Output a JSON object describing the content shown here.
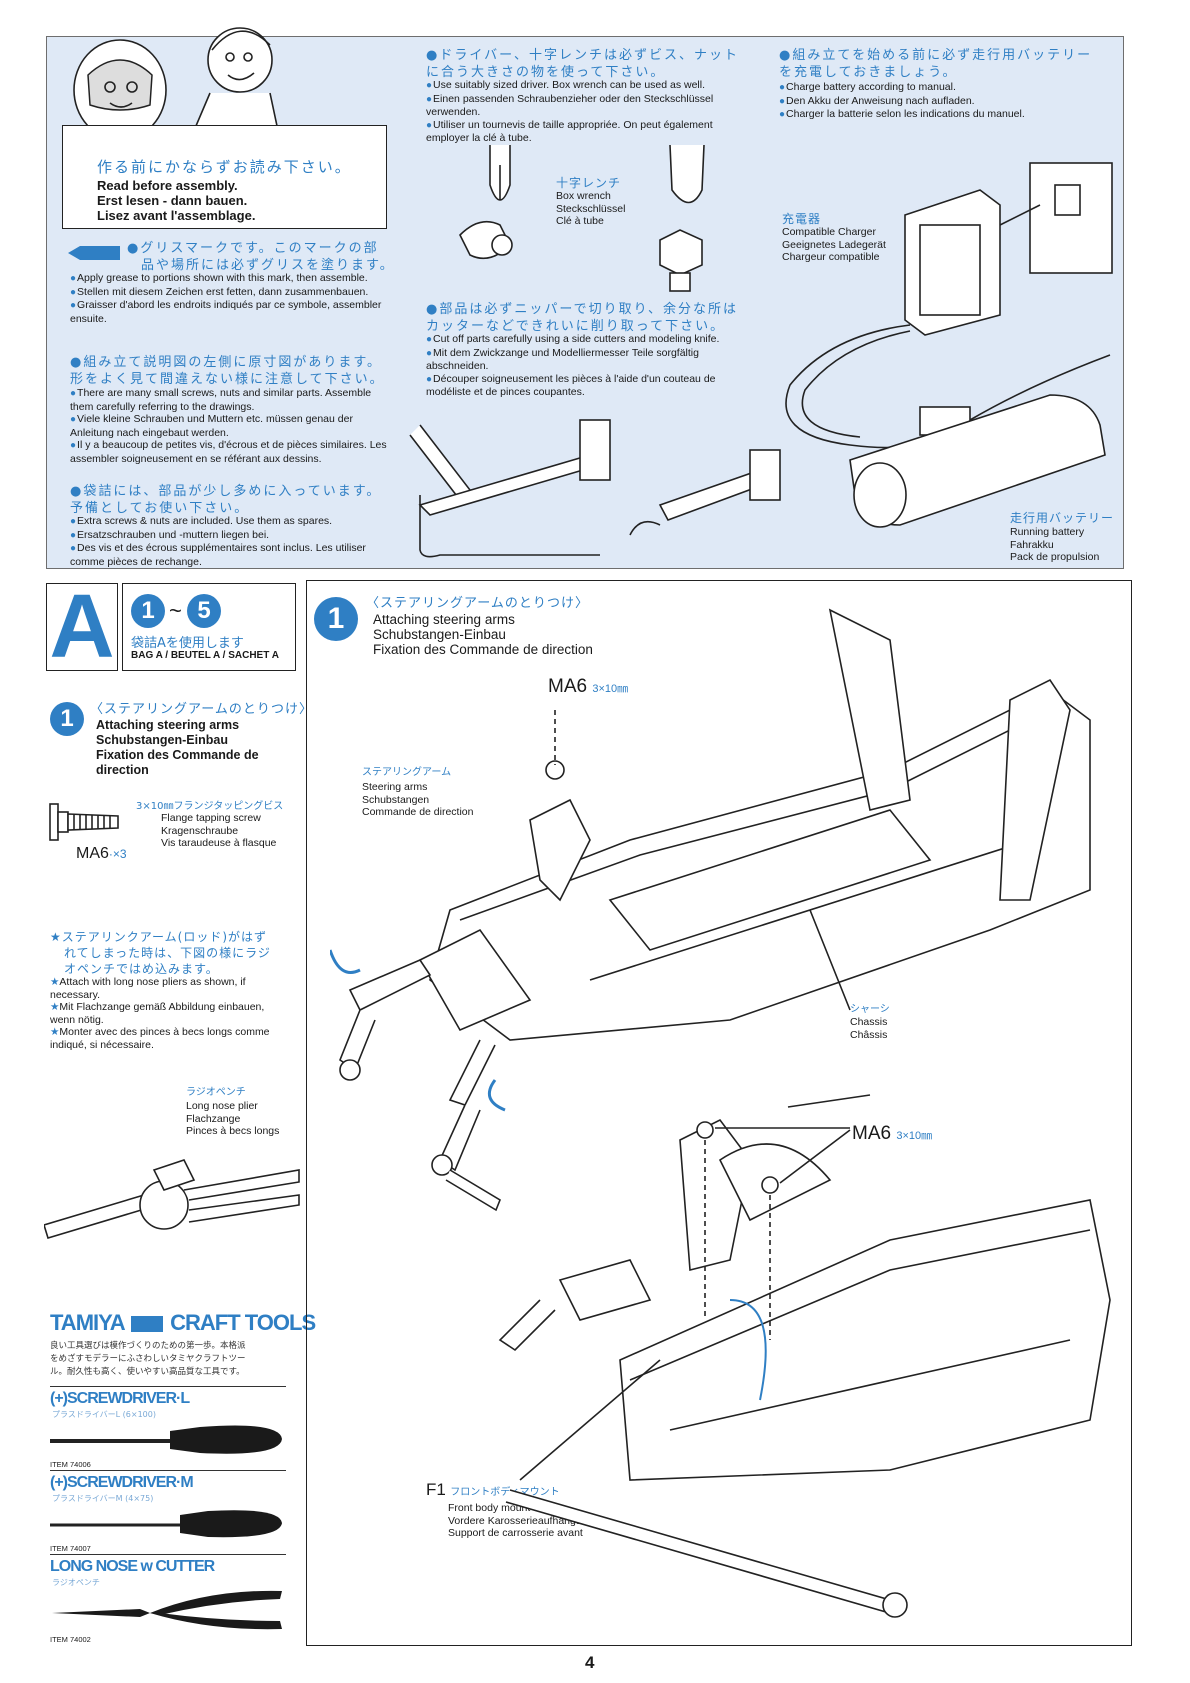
{
  "notice": {
    "jp": "作る前にかならずお読み下さい。",
    "en": "Read before assembly.",
    "de": "Erst lesen - dann bauen.",
    "fr": "Lisez avant l'assemblage."
  },
  "grease": {
    "jp1": "●グリスマークです。このマークの部",
    "jp2": "品や場所には必ずグリスを塗ります。",
    "en": "Apply grease to portions shown with this mark, then assemble.",
    "de": "Stellen mit diesem Zeichen erst fetten, dann zusammenbauen.",
    "fr": "Graisser d'abord les endroits indiqués par ce symbole, assembler ensuite."
  },
  "actual_size": {
    "jp1": "●組み立て説明図の左側に原寸図があります。",
    "jp2": "形をよく見て間違えない様に注意して下さい。",
    "en": "There are many small screws, nuts and similar parts. Assemble them carefully referring to the drawings.",
    "de": "Viele kleine Schrauben und Muttern etc. müssen genau der Anleitung nach eingebaut werden.",
    "fr": "Il y a beaucoup de petites vis, d'écrous et de pièces similaires. Les assembler soigneusement en se référant aux dessins."
  },
  "spares": {
    "jp1": "●袋詰には、部品が少し多めに入っています。",
    "jp2": "予備としてお使い下さい。",
    "en": "Extra screws & nuts are included. Use them as spares.",
    "de": "Ersatzschrauben und -muttern liegen bei.",
    "fr": "Des vis et des écrous supplémentaires sont inclus. Les utiliser comme pièces de rechange."
  },
  "driver": {
    "jp1": "●ドライバー、十字レンチは必ずビス、ナット",
    "jp2": "に合う大きさの物を使って下さい。",
    "en": "Use suitably sized driver. Box wrench can be used as well.",
    "de": "Einen passenden Schraubenzieher oder den Steckschlüssel verwenden.",
    "fr": "Utiliser un tournevis de taille appropriée. On peut également employer la clé à tube.",
    "wrench_jp": "十字レンチ",
    "wrench_en": "Box wrench",
    "wrench_de": "Steckschlüssel",
    "wrench_fr": "Clé à tube"
  },
  "cutting": {
    "jp1": "●部品は必ずニッパーで切り取り、余分な所は",
    "jp2": "カッターなどできれいに削り取って下さい。",
    "en": "Cut off parts carefully using a side cutters and modeling knife.",
    "de": "Mit dem Zwickzange und Modelliermesser Teile sorgfältig abschneiden.",
    "fr": "Découper soigneusement les pièces à l'aide d'un couteau de modéliste et de pinces coupantes."
  },
  "battery": {
    "jp1": "●組み立てを始める前に必ず走行用バッテリー",
    "jp2": "を充電しておきましょう。",
    "en": "Charge battery according to manual.",
    "de": "Den Akku der Anweisung nach aufladen.",
    "fr": "Charger la batterie selon les indications du manuel.",
    "charger_jp": "充電器",
    "charger_en": "Compatible Charger",
    "charger_de": "Geeignetes Ladegerät",
    "charger_fr": "Chargeur compatible",
    "pack_jp": "走行用バッテリー",
    "pack_en": "Running battery",
    "pack_de": "Fahrakku",
    "pack_fr": "Pack de propulsion"
  },
  "bag": {
    "letter": "A",
    "from": "1",
    "tilde": "~",
    "to": "5",
    "jp": "袋詰Aを使用します",
    "label": "BAG A / BEUTEL A / SACHET A"
  },
  "step1_left": {
    "num": "1",
    "jp": "〈ステアリングアームのとりつけ〉",
    "en": "Attaching steering arms",
    "de": "Schubstangen-Einbau",
    "fr": "Fixation des Commande de direction",
    "screw_jp": "3×10㎜フランジタッピングビス",
    "screw_en": "Flange tapping screw",
    "screw_de": "Kragenschraube",
    "screw_fr": "Vis taraudeuse à flasque",
    "screw_code": "MA6",
    "screw_qty": "·×3",
    "tip_jp1": "★ステアリンクアーム(ロッド)がはず",
    "tip_jp2": "れてしまった時は、下図の様にラジ",
    "tip_jp3": "オペンチではめ込みます。",
    "tip_en": "Attach with long nose pliers as shown, if necessary.",
    "tip_de": "Mit Flachzange gemäß Abbildung einbauen, wenn nötig.",
    "tip_fr": "Monter avec des pinces à becs longs comme indiqué, si nécessaire.",
    "pliers_jp": "ラジオペンチ",
    "pliers_en": "Long nose plier",
    "pliers_de": "Flachzange",
    "pliers_fr": "Pinces à becs longs"
  },
  "tools": {
    "brand": "TAMIYA",
    "brand2": "CRAFT TOOLS",
    "desc1": "良い工具選びは模作づくりのための第一歩。本格派",
    "desc2": "をめざすモデラーにふさわしいタミヤクラフトツー",
    "desc3": "ル。耐久性も高く、使いやすい高品質な工具です。",
    "items": [
      {
        "name": "(+)SCREWDRIVER·L",
        "jp": "プラスドライバーL (6×100)",
        "item": "ITEM 74006"
      },
      {
        "name": "(+)SCREWDRIVER·M",
        "jp": "プラスドライバーM (4×75)",
        "item": "ITEM 74007"
      },
      {
        "name": "LONG NOSE w CUTTER",
        "jp": "ラジオペンチ",
        "item": "ITEM 74002"
      }
    ]
  },
  "step1_main": {
    "num": "1",
    "jp": "〈ステアリングアームのとりつけ〉",
    "en": "Attaching steering arms",
    "de": "Schubstangen-Einbau",
    "fr": "Fixation des Commande de direction",
    "screw_code": "MA6",
    "screw_size": "3×10㎜",
    "arms_jp": "ステアリングアーム",
    "arms_en": "Steering arms",
    "arms_de": "Schubstangen",
    "arms_fr": "Commande de direction",
    "chassis_jp": "シャーシ",
    "chassis_en": "Chassis",
    "chassis_fr": "Châssis",
    "mount_code": "F1",
    "mount_jp": "フロントボディマウント",
    "mount_en": "Front body mount",
    "mount_de": "Vordere Karosserieaufhängung",
    "mount_fr": "Support de carrosserie avant"
  },
  "page_number": "4",
  "colors": {
    "accent": "#2f7fc4",
    "panel": "#dfe9f6"
  }
}
